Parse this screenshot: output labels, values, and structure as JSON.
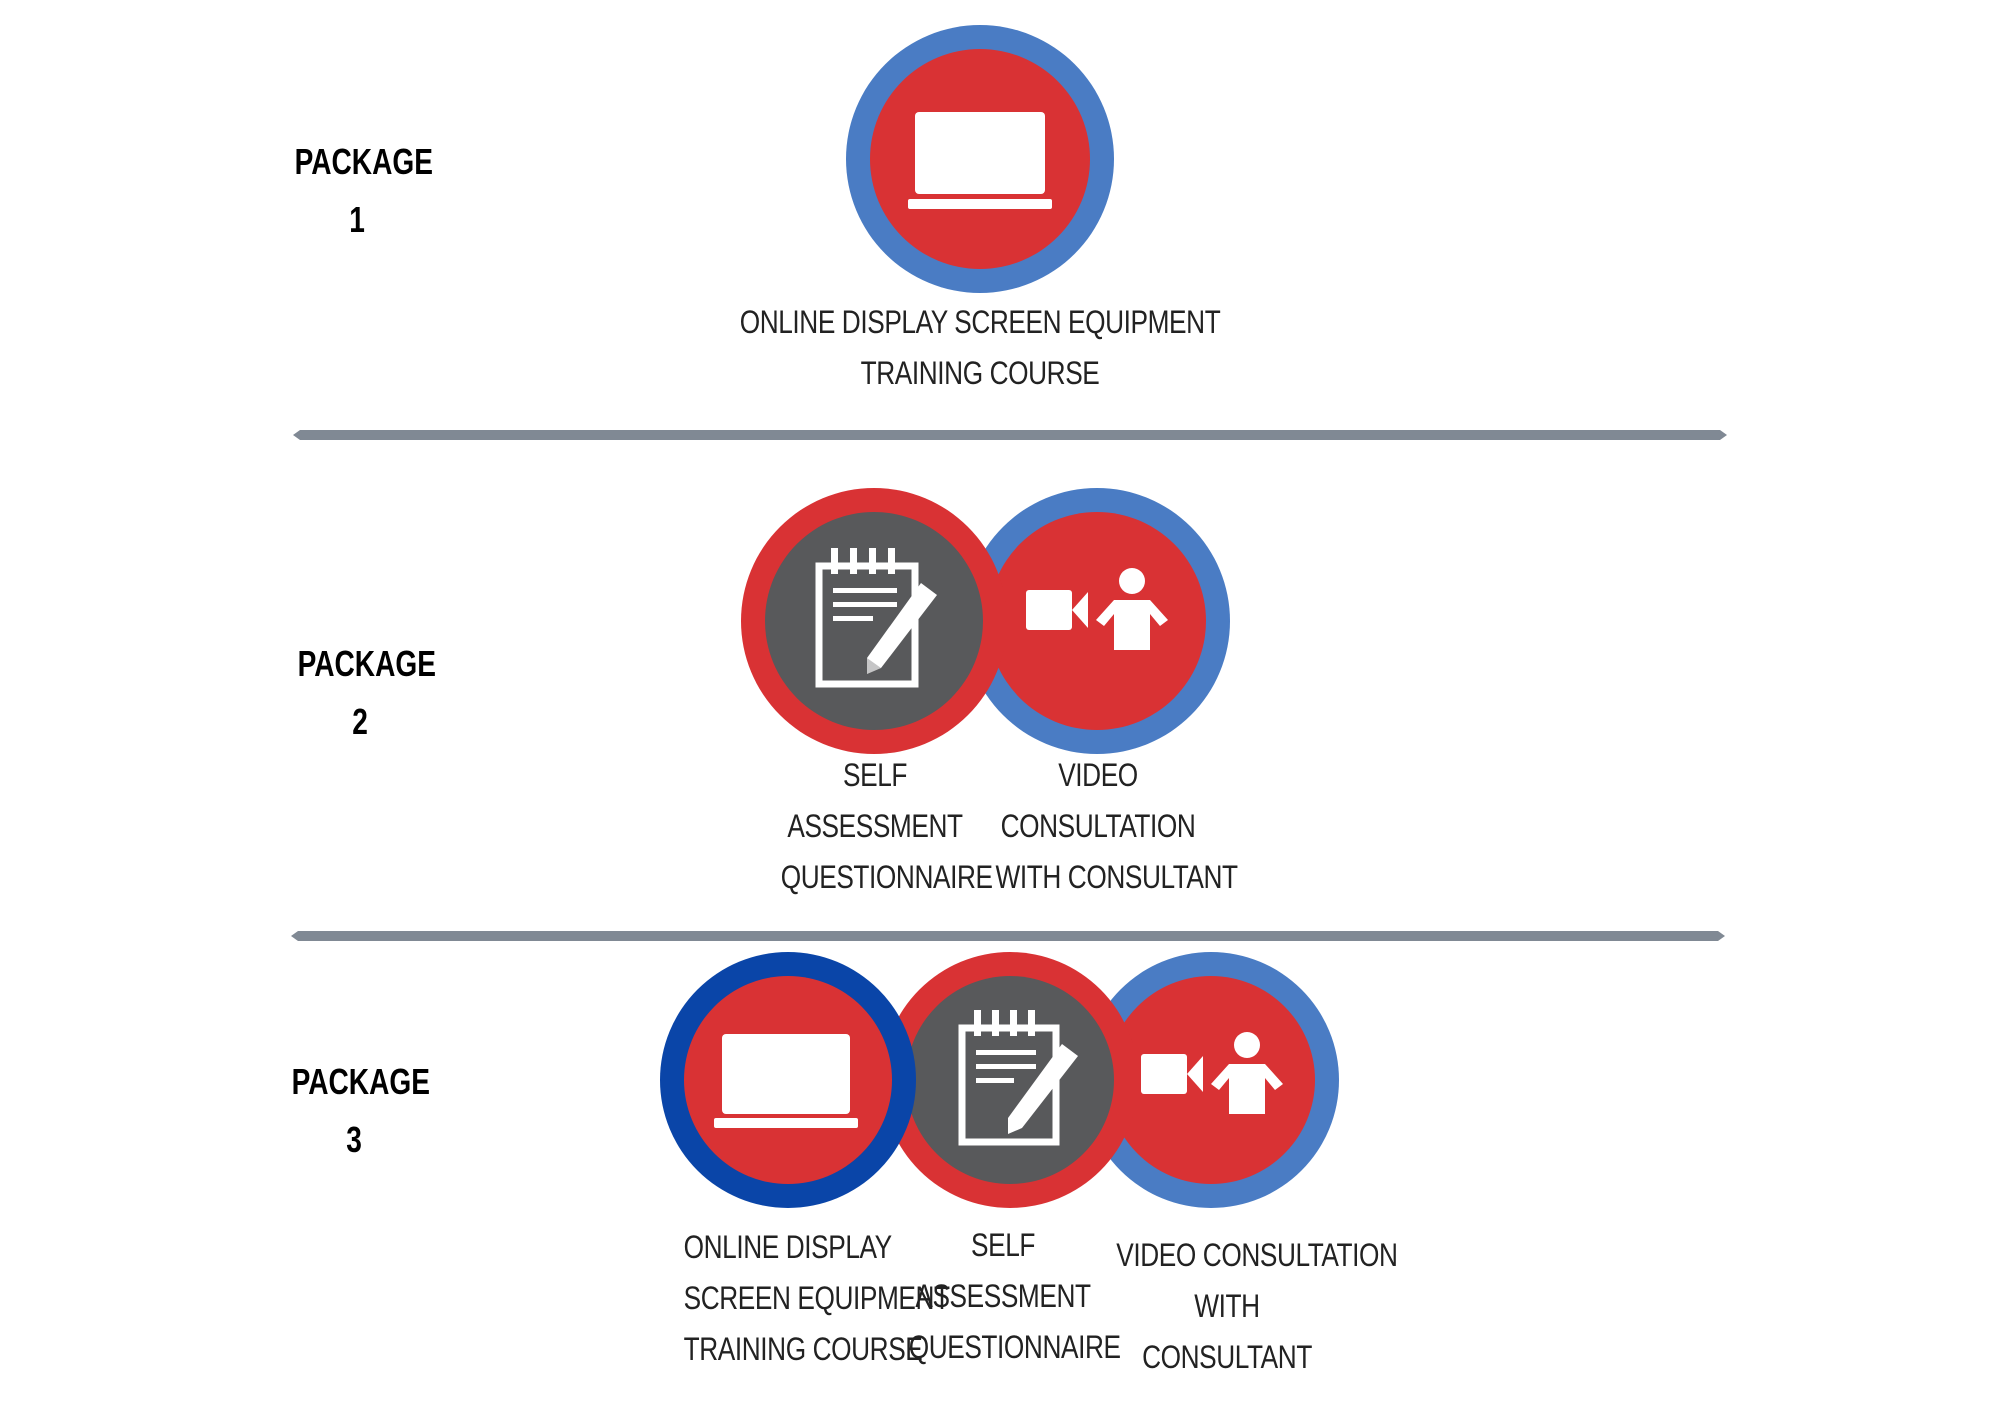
{
  "colors": {
    "blue_ring": "#4a7cc4",
    "dark_blue_ring": "#0a45a8",
    "red": "#d93234",
    "gray": "#58595b",
    "divider": "#808994"
  },
  "packages": [
    {
      "label_word": "PACKAGE",
      "label_number": "1",
      "items": [
        {
          "icon": "laptop-icon",
          "caption_lines": [
            "ONLINE DISPLAY SCREEN EQUIPMENT",
            "TRAINING COURSE"
          ]
        }
      ]
    },
    {
      "label_word": "PACKAGE",
      "label_number": "2",
      "items": [
        {
          "icon": "notepad-pencil-icon",
          "caption_lines": [
            "SELF",
            "ASSESSMENT",
            "QUESTIONNAIRE"
          ]
        },
        {
          "icon": "video-consultant-icon",
          "caption_lines": [
            "VIDEO",
            "CONSULTATION",
            "WITH CONSULTANT"
          ]
        }
      ]
    },
    {
      "label_word": "PACKAGE",
      "label_number": "3",
      "items": [
        {
          "icon": "laptop-icon",
          "caption_lines": [
            "ONLINE DISPLAY",
            "SCREEN EQUIPMENT",
            "TRAINING COURSE"
          ]
        },
        {
          "icon": "notepad-pencil-icon",
          "caption_lines": [
            "SELF",
            "ASSESSMENT",
            "QUESTIONNAIRE"
          ]
        },
        {
          "icon": "video-consultant-icon",
          "caption_lines": [
            "VIDEO CONSULTATION",
            "WITH",
            "CONSULTANT"
          ]
        }
      ]
    }
  ]
}
